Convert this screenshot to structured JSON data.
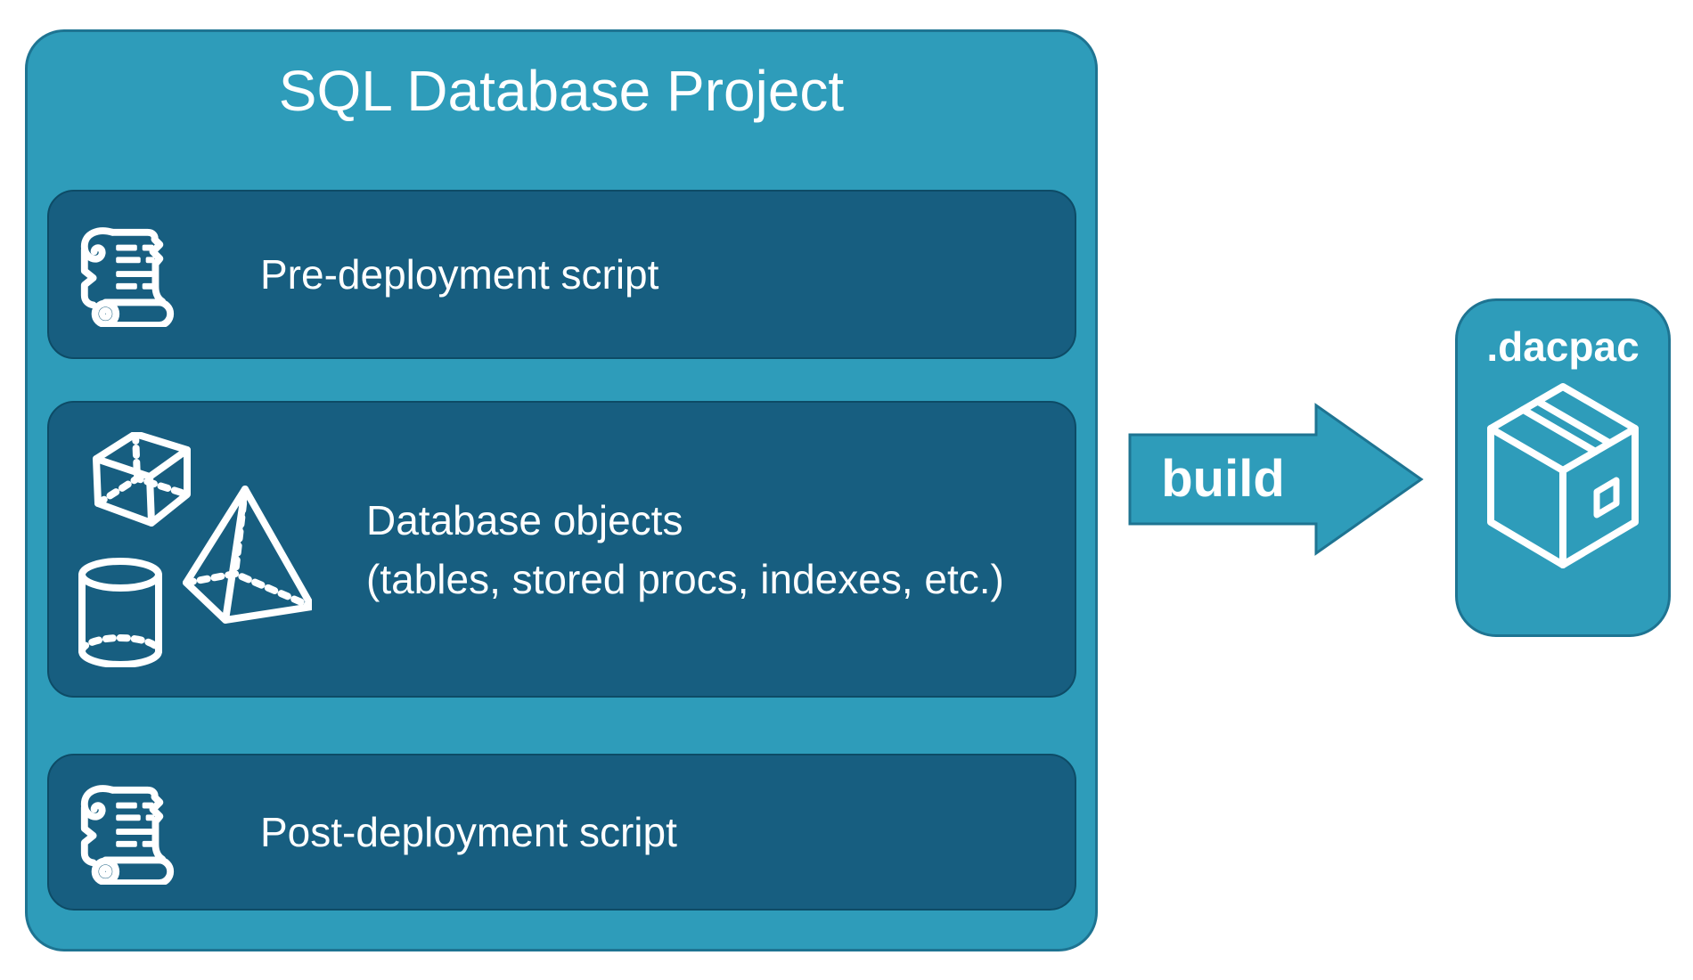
{
  "colors": {
    "teal": "#2E9CBA",
    "tealBorder": "#1E7492",
    "dark": "#175E80",
    "darkBorder": "#0D4B66",
    "white": "#FFFFFF",
    "background": "#FFFFFF"
  },
  "project": {
    "title": "SQL Database Project",
    "items": [
      {
        "id": "pre-deployment",
        "icon": "scroll-icon",
        "label": "Pre-deployment script"
      },
      {
        "id": "database-objects",
        "icon": "database-shapes-icon",
        "label_line1": "Database objects",
        "label_line2": "(tables, stored procs, indexes, etc.)"
      },
      {
        "id": "post-deployment",
        "icon": "scroll-icon",
        "label": "Post-deployment script"
      }
    ]
  },
  "arrow": {
    "label": "build"
  },
  "output": {
    "title": ".dacpac",
    "icon": "package-icon"
  }
}
